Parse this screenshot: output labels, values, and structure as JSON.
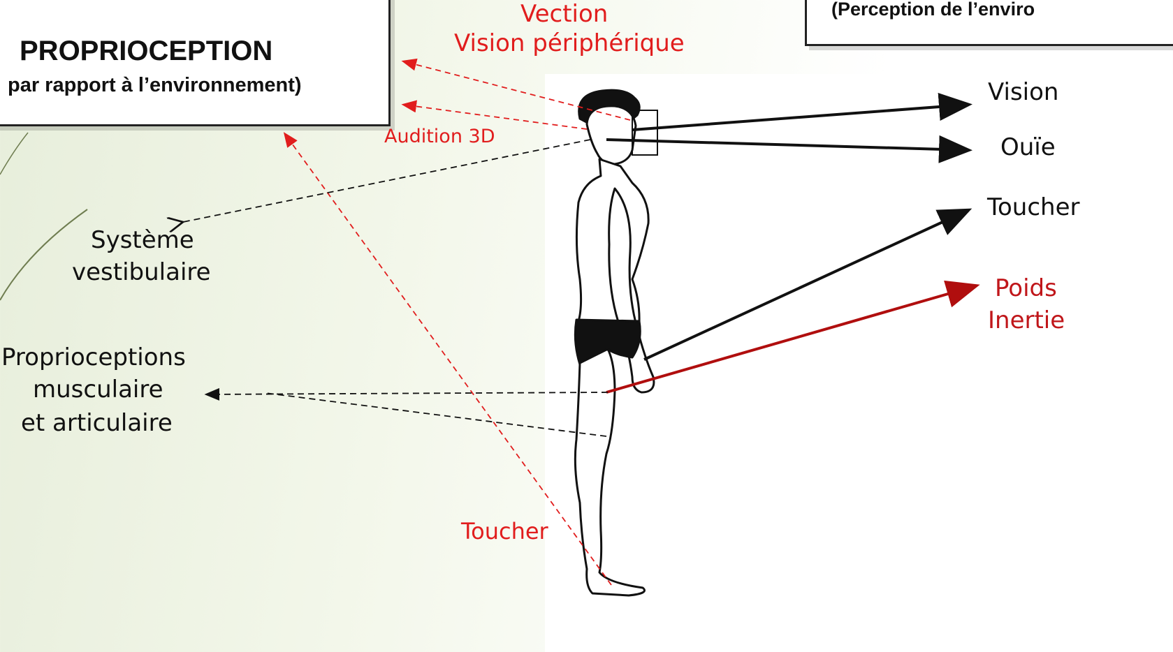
{
  "proprioception_box": {
    "title": "PROPRIOCEPTION",
    "subtitle": "par rapport à l’environnement)"
  },
  "exteroception_box": {
    "subtitle": "(Perception de l’enviro"
  },
  "red_labels": {
    "vection": "Vection",
    "vision_peripherique": "Vision périphérique",
    "audition": "Audition 3D",
    "toucher": "Toucher"
  },
  "left_labels": {
    "systeme": "Système",
    "vestibulaire": "vestibulaire",
    "proprio_1": "Proprioceptions",
    "proprio_2": "musculaire",
    "proprio_3": "et articulaire"
  },
  "right_labels": {
    "vision": "Vision",
    "ouie": "Ouïe",
    "toucher": "Toucher",
    "poids": "Poids",
    "inertie": "Inertie"
  },
  "colors": {
    "red_dashed": "#e11d1d",
    "dark_red": "#b00e0e",
    "black": "#111111"
  }
}
